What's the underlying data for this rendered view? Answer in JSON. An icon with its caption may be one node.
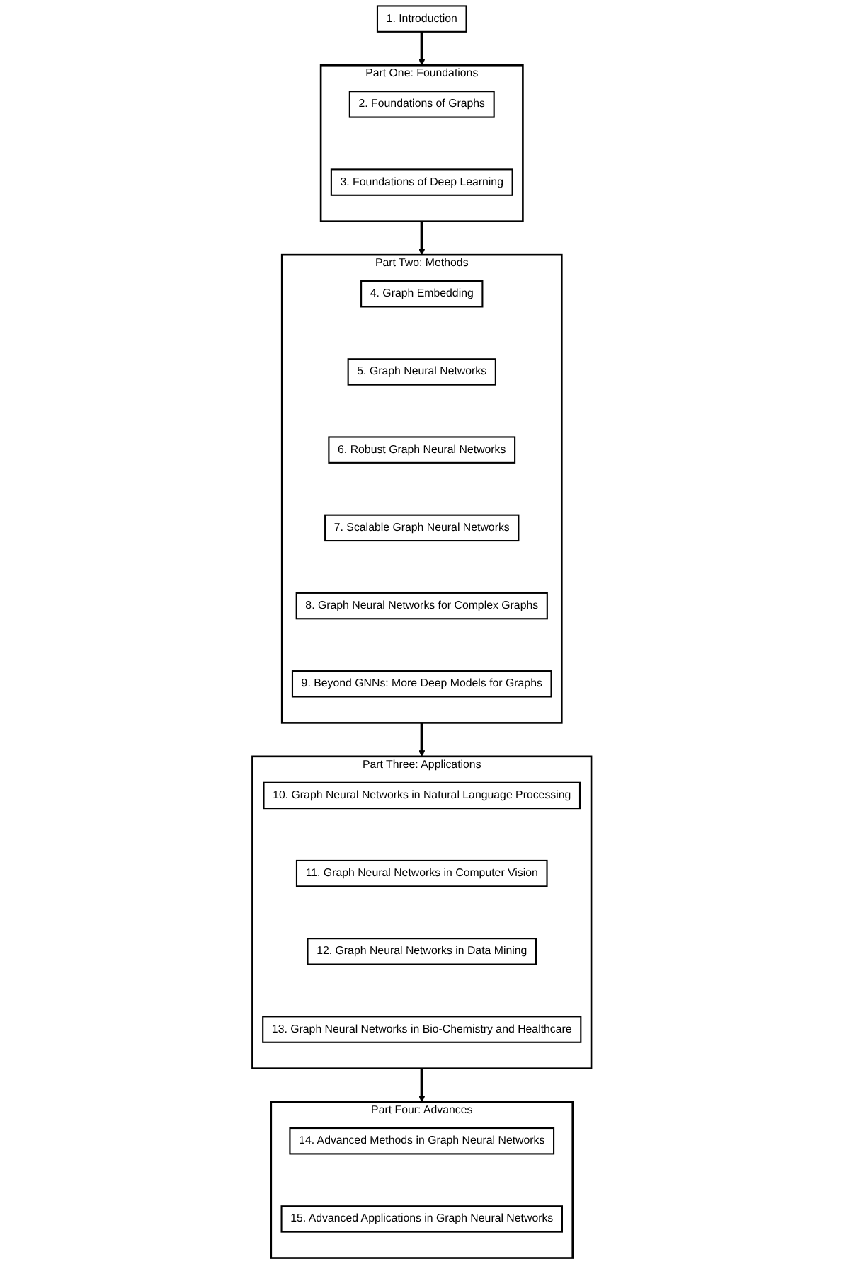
{
  "diagram": {
    "nodes": [
      {
        "text": [
          "1. Introduction"
        ]
      },
      {
        "text": [
          "Part One: Foundations"
        ]
      },
      {
        "text": [
          "2. Foundations of Graphs"
        ],
        "in": 1
      },
      {
        "text": [
          "3. Foundations of Deep Learning"
        ],
        "in": 1
      },
      {
        "text": [
          "Part Two: Methods"
        ]
      },
      {
        "text": [
          "4. Graph Embedding"
        ],
        "in": 4
      },
      {
        "text": [
          "5. Graph Neural Networks"
        ],
        "in": 4
      },
      {
        "text": [
          "6. Robust Graph Neural Networks"
        ],
        "in": 4
      },
      {
        "text": [
          "7. Scalable Graph Neural Networks"
        ],
        "in": 4
      },
      {
        "text": [
          "8. Graph Neural Networks for Complex Graphs"
        ],
        "in": 4
      },
      {
        "text": [
          "9. Beyond GNNs: More Deep Models for Graphs"
        ],
        "in": 4
      },
      {
        "text": [
          "Part Three: Applications"
        ]
      },
      {
        "text": [
          "10. Graph Neural Networks in Natural Language Processing"
        ],
        "in": 11
      },
      {
        "text": [
          "11. Graph Neural Networks in Computer Vision"
        ],
        "in": 11
      },
      {
        "text": [
          "12. Graph Neural Networks in Data Mining"
        ],
        "in": 11
      },
      {
        "text": [
          "13. Graph Neural Networks in Bio-Chemistry and Healthcare"
        ],
        "in": 11
      },
      {
        "text": [
          "Part Four: Advances"
        ]
      },
      {
        "text": [
          "14. Advanced Methods in Graph Neural Networks"
        ],
        "in": 16
      },
      {
        "text": [
          "15. Advanced Applications in Graph Neural Networks"
        ],
        "in": 16
      }
    ],
    "edges": [
      {
        "from": 0,
        "to": 1,
        "arrow": "to"
      },
      {
        "from": 1,
        "to": 4,
        "arrow": "to"
      },
      {
        "from": 4,
        "to": 11,
        "arrow": "to"
      },
      {
        "from": 11,
        "to": 16,
        "arrow": "to"
      }
    ]
  }
}
